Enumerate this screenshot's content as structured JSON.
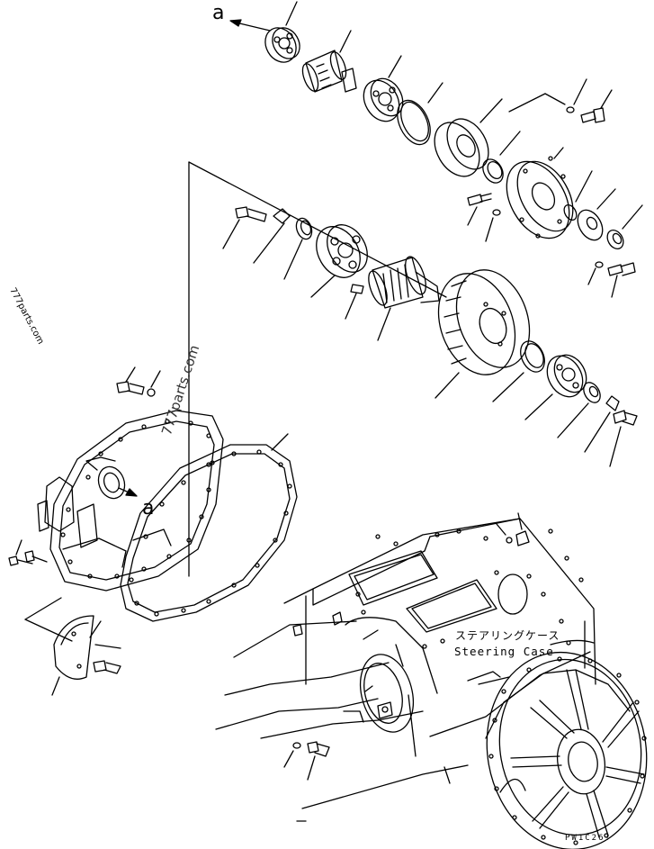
{
  "labels": {
    "ref_top": "a",
    "ref_mid": "a",
    "case_jp": "ステアリングケース",
    "case_en": "Steering Case",
    "drawing_code": "PW1C26!"
  },
  "watermarks": {
    "side": "777parts.com",
    "center": "777parts.com"
  },
  "colors": {
    "line": "#000000",
    "background": "#ffffff"
  }
}
